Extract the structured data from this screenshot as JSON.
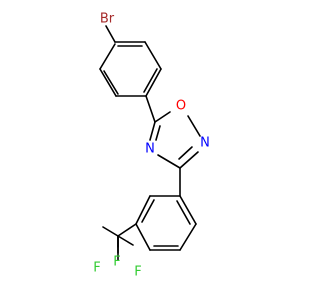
{
  "molecule": {
    "atoms": {
      "bromine": {
        "symbol": "Br",
        "color": "#a52a2a"
      },
      "oxygen": {
        "symbol": "O",
        "color": "#ff0000"
      },
      "nitrogen_ring_right": {
        "symbol": "N",
        "color": "#0000ff"
      },
      "nitrogen_ring_left": {
        "symbol": "N",
        "color": "#0000ff"
      },
      "fluorine_top": {
        "symbol": "F",
        "color": "#33cc33"
      },
      "fluorine_left": {
        "symbol": "F",
        "color": "#33cc33"
      },
      "fluorine_bottom": {
        "symbol": "F",
        "color": "#33cc33"
      }
    }
  }
}
